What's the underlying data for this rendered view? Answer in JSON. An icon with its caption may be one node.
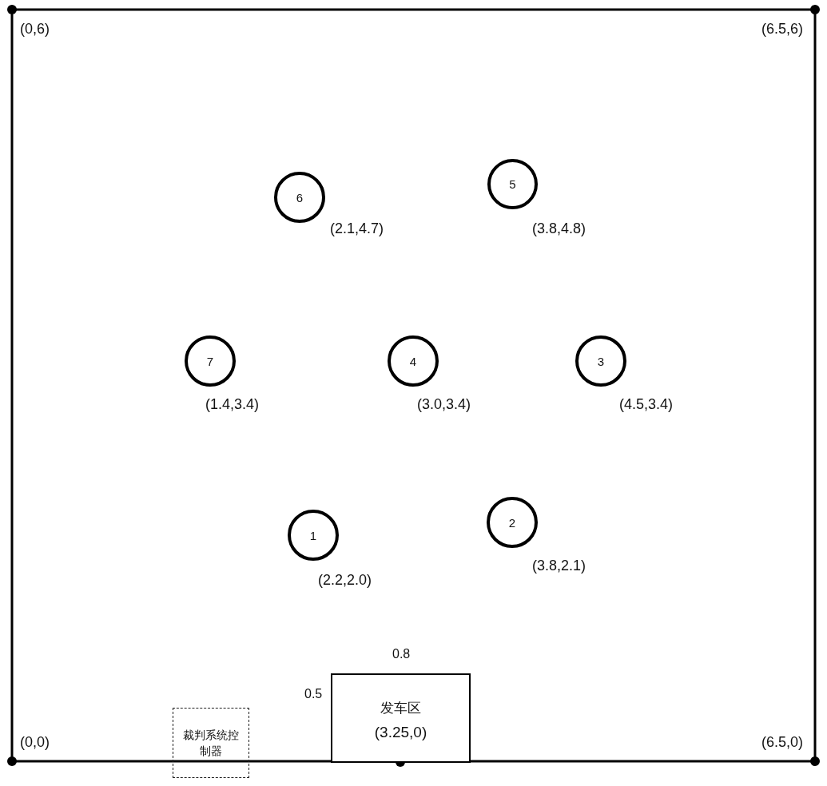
{
  "diagram": {
    "nodes": [
      {
        "text": [
          "5"
        ],
        "beside": [
          "(3.8,4.8)"
        ]
      },
      {
        "text": [
          "6"
        ],
        "beside": [
          "(2.1,4.7)"
        ]
      },
      {
        "text": [
          "7"
        ],
        "beside": [
          "(1.4,3.4)"
        ]
      },
      {
        "text": [
          "4"
        ],
        "beside": [
          "(3.0,3.4)"
        ]
      },
      {
        "text": [
          "3"
        ],
        "beside": [
          "(4.5,3.4)"
        ]
      },
      {
        "text": [
          "2"
        ],
        "beside": [
          "(3.8,2.1)"
        ]
      },
      {
        "text": [
          "1"
        ],
        "beside": [
          "(2.2,2.0)"
        ]
      },
      {
        "text": [
          "发车区",
          "(3.25,0)"
        ]
      },
      {
        "text": [
          "裁判系统控制器"
        ]
      }
    ],
    "edges": [],
    "labels": [
      "(0,6)",
      "(6.5,6)",
      "0.8",
      "0.5",
      "(0,0)",
      "(6.5,0)"
    ]
  }
}
